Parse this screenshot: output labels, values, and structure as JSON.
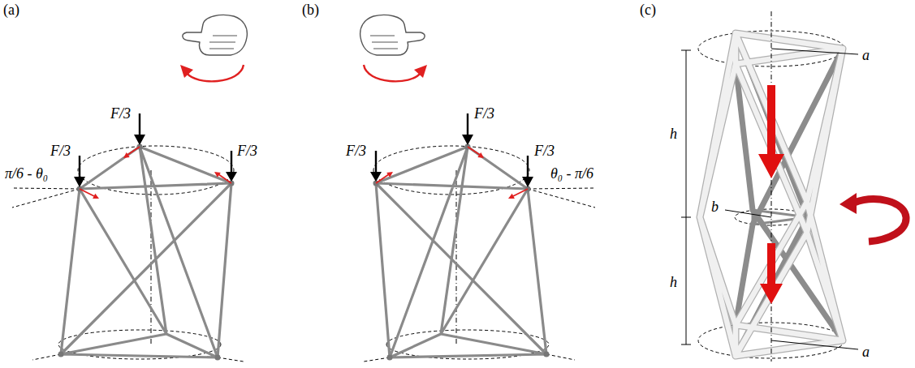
{
  "diagram": {
    "labels": [
      "(a)",
      "(b)",
      "(c)",
      "F/3",
      "F/3",
      "F/3",
      "π/6 - θ₀",
      "F/3",
      "F/3",
      "F/3",
      "θ₀ - π/6",
      "h",
      "h",
      "a",
      "b",
      "a"
    ]
  }
}
